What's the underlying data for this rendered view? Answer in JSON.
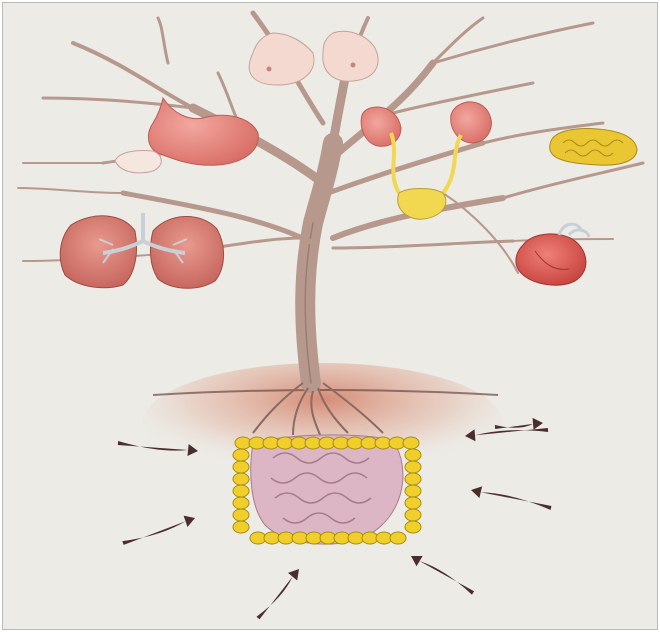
{
  "illustration": {
    "subject": "tree-of-organs-rooted-in-gut",
    "colors": {
      "paper": "#ecebe6",
      "bark": "#b7988d",
      "bark_dark": "#8a6a62",
      "organ_pink": "#e07f78",
      "organ_red": "#d9534c",
      "breast": "#f3d9cf",
      "bile_yellow": "#f1d850",
      "colon_yellow": "#f0cf2a",
      "intestine_pink": "#dcb6c4",
      "soil": "#d58e72",
      "arrow": "#4a2e2e"
    },
    "organs": [
      {
        "name": "breasts"
      },
      {
        "name": "stomach"
      },
      {
        "name": "kidneys-with-bladder"
      },
      {
        "name": "pancreas"
      },
      {
        "name": "lungs"
      },
      {
        "name": "heart"
      },
      {
        "name": "intestines"
      }
    ],
    "arrow_count": 7
  }
}
